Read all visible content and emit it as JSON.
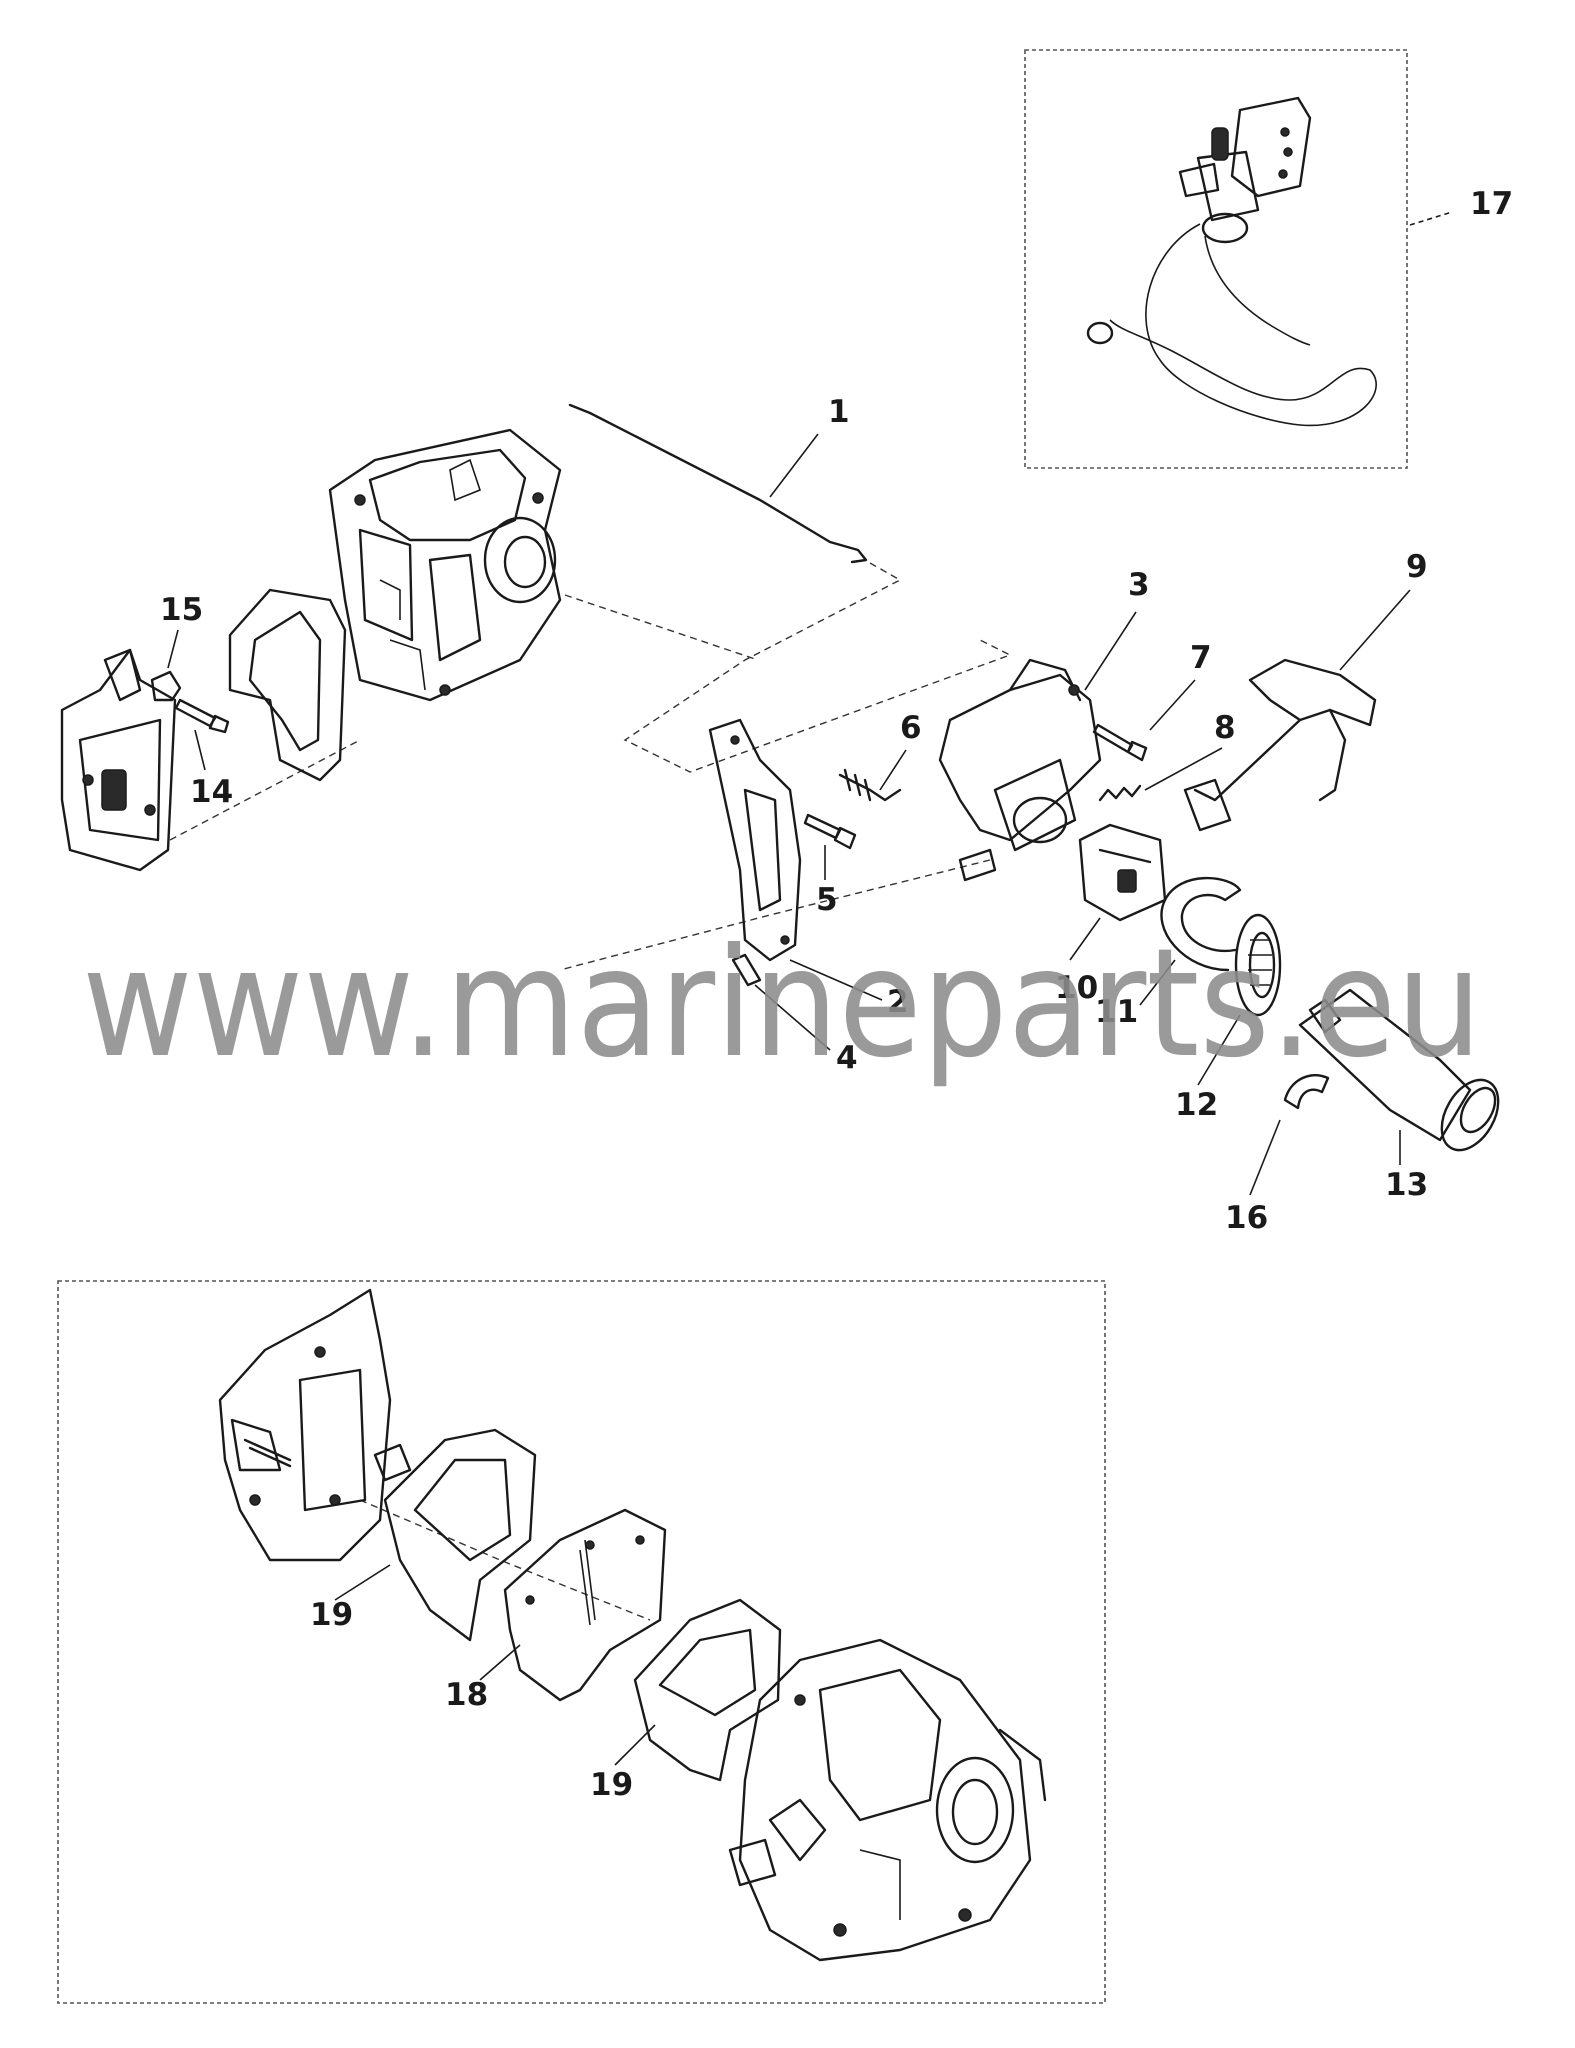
{
  "watermark": "www.marineparts.eu",
  "callouts": {
    "c1": "1",
    "c2": "2",
    "c3": "3",
    "c4": "4",
    "c5": "5",
    "c6": "6",
    "c7": "7",
    "c8": "8",
    "c9": "9",
    "c10": "10",
    "c11": "11",
    "c12": "12",
    "c13": "13",
    "c14": "14",
    "c15": "15",
    "c16": "16",
    "c17": "17",
    "c18": "18",
    "c19a": "19",
    "c19b": "19"
  },
  "colors": {
    "line": "#1a1a1a",
    "watermark": "#8c8c8c",
    "background": "#ffffff"
  }
}
